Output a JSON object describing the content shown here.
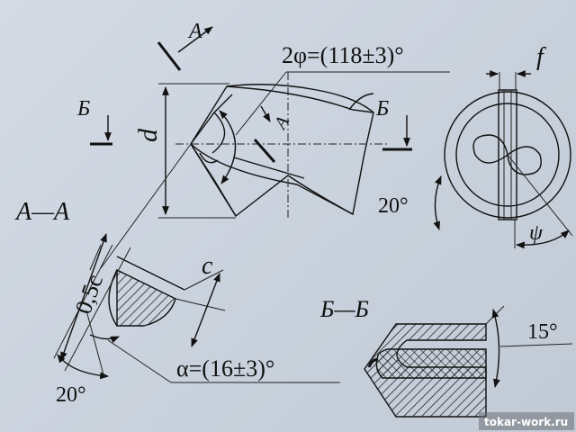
{
  "labels": {
    "section_a": "A",
    "section_a2": "A",
    "section_b_left": "Б",
    "section_b_right": "Б",
    "point_angle": "2φ=(118±3)°",
    "f": "f",
    "d": "d",
    "aa_title": "A—A",
    "bb_title": "Б—Б",
    "half_c": "0,5c",
    "c": "c",
    "alpha": "α=(16±3)°",
    "angle20_right": "20°",
    "angle20_left": "20°",
    "psi": "ψ",
    "angle15": "15°"
  },
  "watermark": "tokar-work.ru"
}
